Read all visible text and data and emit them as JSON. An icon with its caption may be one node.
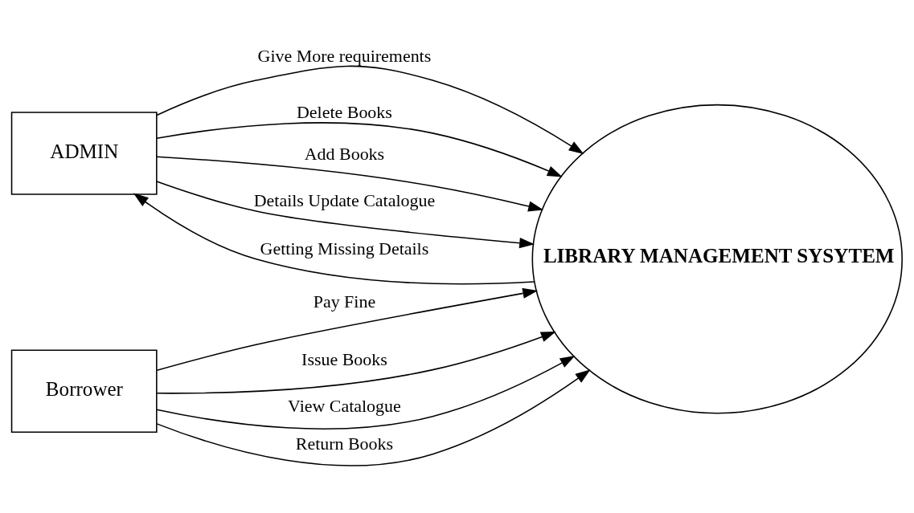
{
  "diagram": {
    "nodes": [
      {
        "text": [
          "ADMIN"
        ]
      },
      {
        "text": [
          "LIBRARY MANAGEMENT SYSYTEM"
        ]
      },
      {
        "text": [
          "Borrower"
        ]
      }
    ],
    "edges": [
      {
        "from": 0,
        "to": 1,
        "arrow": "to",
        "label": "Give More requirements"
      },
      {
        "from": 0,
        "to": 1,
        "arrow": "to",
        "label": "Delete Books"
      },
      {
        "from": 1,
        "to": 0,
        "arrow": "to",
        "label": "Getting Missing Details"
      },
      {
        "from": 0,
        "to": 1,
        "arrow": "to",
        "label": "Add Books"
      },
      {
        "from": 0,
        "to": 1,
        "arrow": "to",
        "label": "Details Update Catalogue"
      },
      {
        "from": 2,
        "to": 1,
        "arrow": "to",
        "label": "Pay Fine"
      },
      {
        "from": 2,
        "to": 1,
        "arrow": "to",
        "label": "Issue Books"
      },
      {
        "from": 2,
        "to": 1,
        "arrow": "to",
        "label": "View Catalogue"
      },
      {
        "from": 2,
        "to": 1,
        "arrow": "to",
        "label": "Return Books"
      }
    ]
  }
}
